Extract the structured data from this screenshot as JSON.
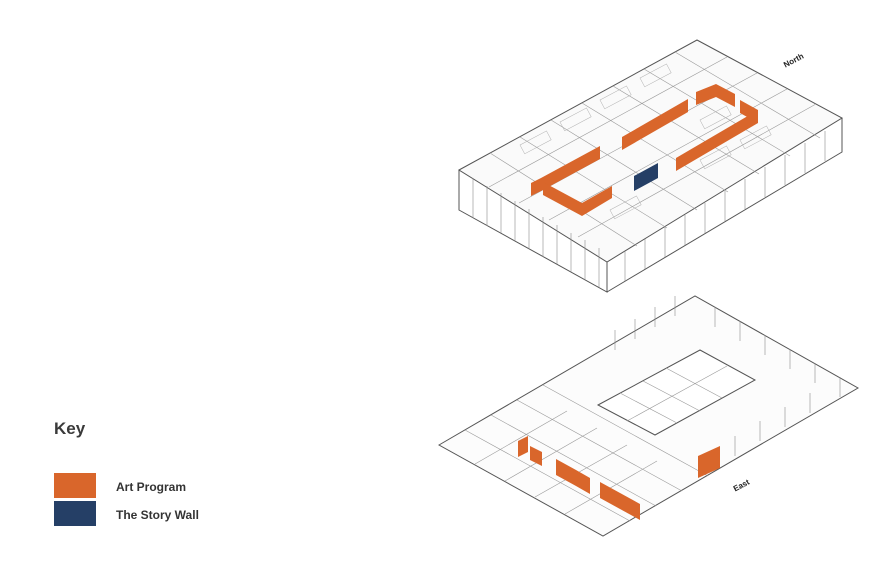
{
  "key": {
    "title": "Key",
    "items": [
      {
        "label": "Art Program",
        "color": "#d9662b"
      },
      {
        "label": "The Story Wall",
        "color": "#253f66"
      }
    ]
  },
  "compass": {
    "north": "North",
    "east": "East"
  },
  "colors": {
    "line": "#555555",
    "light_line": "#9a9a9a",
    "art": "#d9662b",
    "story": "#253f66"
  }
}
